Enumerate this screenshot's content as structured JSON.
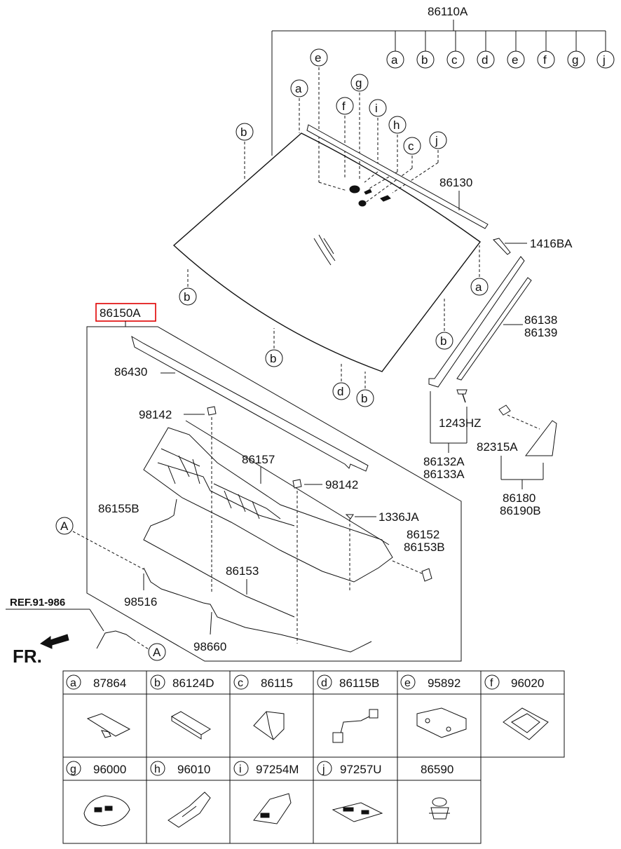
{
  "labels": {
    "p86110A": "86110A",
    "p86130": "86130",
    "p1416BA": "1416BA",
    "p86138": "86138",
    "p86139": "86139",
    "p1243HZ": "1243HZ",
    "p86132A": "86132A",
    "p86133A": "86133A",
    "p82315A": "82315A",
    "p86180": "86180",
    "p86190B": "86190B",
    "p86150A": "86150A",
    "p86430": "86430",
    "p98142a": "98142",
    "p98142b": "98142",
    "p86157": "86157",
    "p86155B": "86155B",
    "p1336JA": "1336JA",
    "p86152": "86152",
    "p86153B": "86153B",
    "p86153": "86153",
    "p98516": "98516",
    "p98660": "98660",
    "ref": "REF.91-986",
    "fr": "FR."
  },
  "callouts": {
    "a": "a",
    "b": "b",
    "c": "c",
    "d": "d",
    "e": "e",
    "f": "f",
    "g": "g",
    "h": "h",
    "i": "i",
    "j": "j",
    "A": "A"
  },
  "table": [
    {
      "letter": "a",
      "part": "87864"
    },
    {
      "letter": "b",
      "part": "86124D"
    },
    {
      "letter": "c",
      "part": "86115"
    },
    {
      "letter": "d",
      "part": "86115B"
    },
    {
      "letter": "e",
      "part": "95892"
    },
    {
      "letter": "f",
      "part": "96020"
    },
    {
      "letter": "g",
      "part": "96000"
    },
    {
      "letter": "h",
      "part": "96010"
    },
    {
      "letter": "i",
      "part": "97254M"
    },
    {
      "letter": "j",
      "part": "97257U"
    },
    {
      "letter": "",
      "part": "86590"
    }
  ]
}
